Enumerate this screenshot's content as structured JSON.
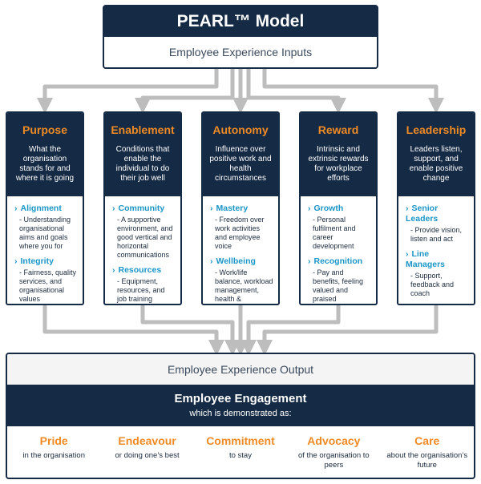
{
  "title": "PEARL™ Model",
  "inputs_label": "Employee Experience Inputs",
  "pillars": [
    {
      "name": "Purpose",
      "description": "What the organisation stands for and where it is going",
      "items": [
        {
          "name": "Alignment",
          "description": "- Understanding organisational aims and goals where you for"
        },
        {
          "name": "Integrity",
          "description": "- Fairness, quality services, and organisational values"
        }
      ]
    },
    {
      "name": "Enablement",
      "description": "Conditions that enable the individual to do their job well",
      "items": [
        {
          "name": "Community",
          "description": "- A supportive environment, and good vertical and horizontal communications"
        },
        {
          "name": "Resources",
          "description": "- Equipment, resources, and job training"
        }
      ]
    },
    {
      "name": "Autonomy",
      "description": "Influence over positive work and health circumstances",
      "items": [
        {
          "name": "Mastery",
          "description": "- Freedom over work activities and employee voice"
        },
        {
          "name": "Wellbeing",
          "description": "- Work/life balance, workload management, health & wellbeing"
        }
      ]
    },
    {
      "name": "Reward",
      "description": "Intrinsic and extrinsic rewards for workplace efforts",
      "items": [
        {
          "name": "Growth",
          "description": "- Personal fulfilment and career development"
        },
        {
          "name": "Recognition",
          "description": "- Pay and benefits, feeling valued and praised"
        }
      ]
    },
    {
      "name": "Leadership",
      "description": "Leaders listen, support, and enable positive change",
      "items": [
        {
          "name": "Senior Leaders",
          "description": "- Provide vision, listen and act"
        },
        {
          "name": "Line Managers",
          "description": "- Support, feedback and coach"
        }
      ]
    }
  ],
  "output_label": "Employee Experience Output",
  "engagement": {
    "title": "Employee Engagement",
    "subtitle": "which is demonstrated as:"
  },
  "outcomes": [
    {
      "name": "Pride",
      "description": "in the organisation"
    },
    {
      "name": "Endeavour",
      "description": "or doing one’s best"
    },
    {
      "name": "Commitment",
      "description": "to stay"
    },
    {
      "name": "Advocacy",
      "description": "of the organisation to peers"
    },
    {
      "name": "Care",
      "description": "about the organisation’s future"
    }
  ],
  "colors": {
    "navy": "#152a44",
    "orange": "#f08a24",
    "blue": "#1a96c8",
    "connector": "#bdbdbd"
  }
}
